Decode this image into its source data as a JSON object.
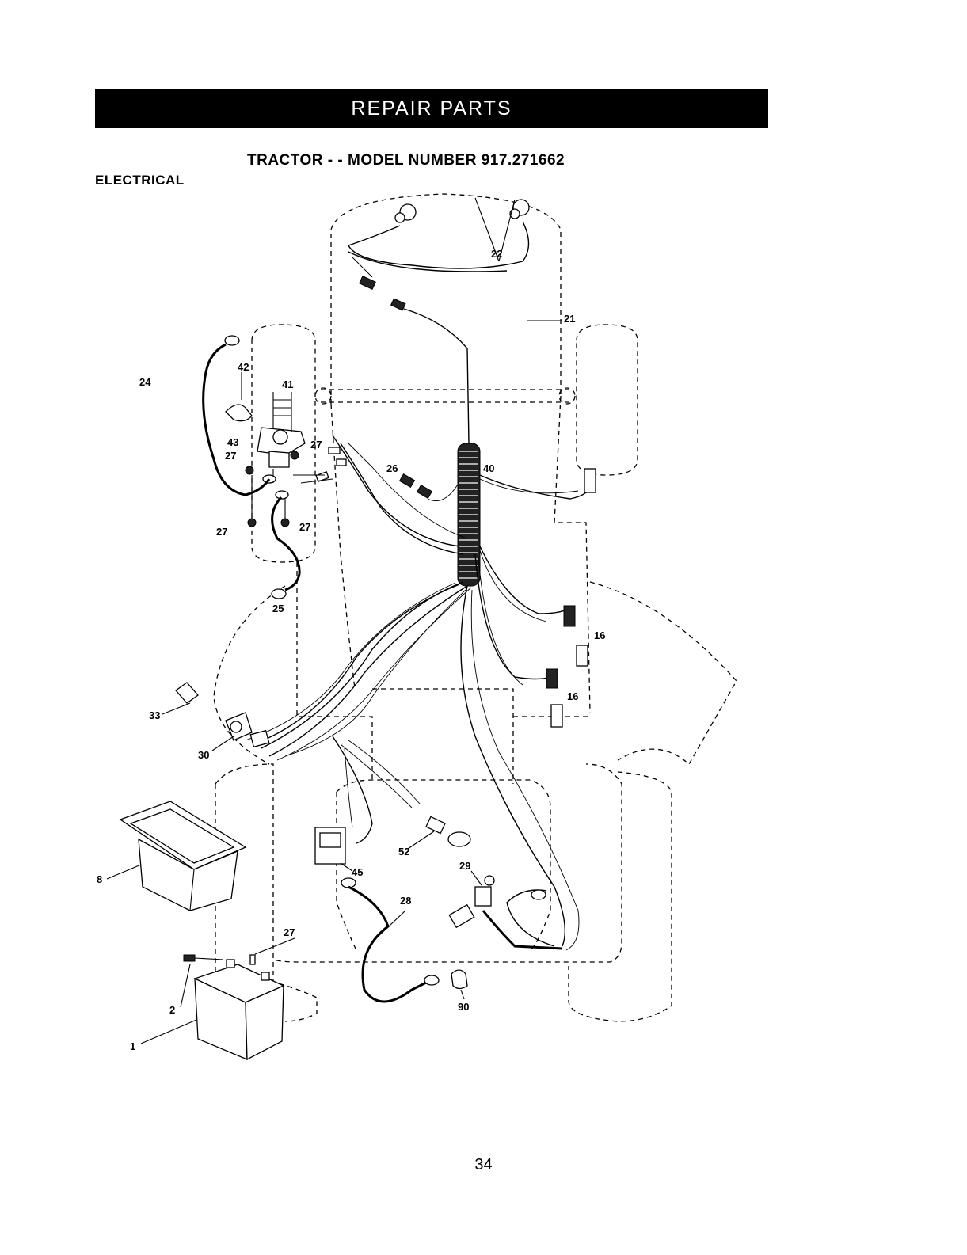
{
  "header": {
    "banner": "REPAIR PARTS",
    "title": "TRACTOR - - MODEL NUMBER 917.271662",
    "section": "ELECTRICAL"
  },
  "diagram": {
    "callouts": {
      "c22": "22",
      "c21": "21",
      "c24": "24",
      "c42": "42",
      "c41": "41",
      "c43": "43",
      "c27a": "27",
      "c27b": "27",
      "c27c": "27",
      "c27d": "27",
      "c27e": "27",
      "c26": "26",
      "c40": "40",
      "c25": "25",
      "c16a": "16",
      "c16b": "16",
      "c33": "33",
      "c30": "30",
      "c8": "8",
      "c52": "52",
      "c45": "45",
      "c29": "29",
      "c28": "28",
      "c2": "2",
      "c1": "1",
      "c90": "90"
    }
  },
  "footer": {
    "page_number": "34"
  }
}
